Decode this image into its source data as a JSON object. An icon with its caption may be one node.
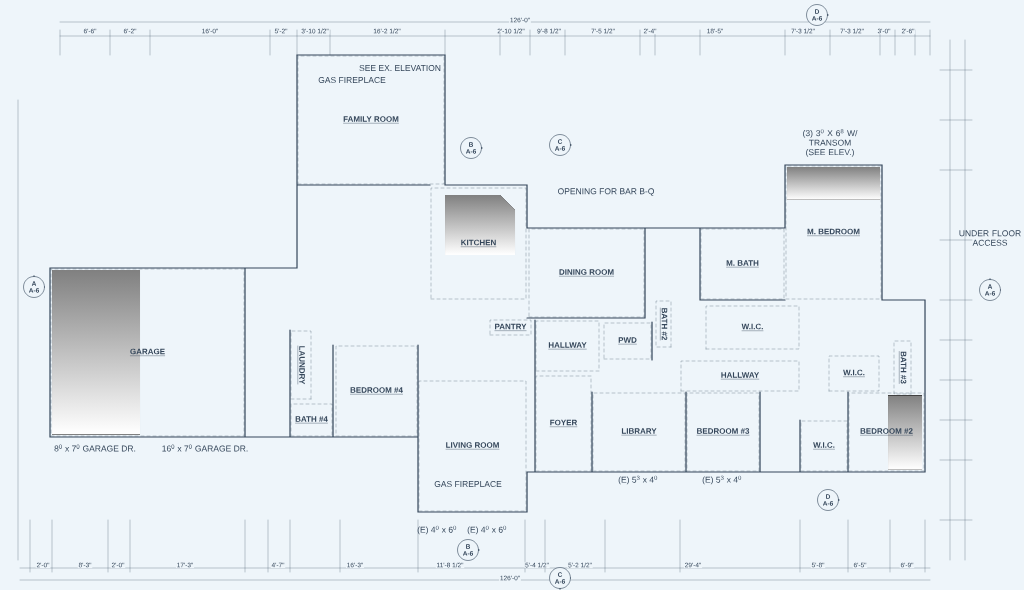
{
  "diagram": {
    "nodes": [
      {
        "text": [
          "FAMILY ROOM"
        ]
      },
      {
        "text": [
          "KITCHEN"
        ]
      },
      {
        "text": [
          "DINING ROOM"
        ]
      },
      {
        "text": [
          "M. BATH"
        ]
      },
      {
        "text": [
          "M. BEDROOM"
        ]
      },
      {
        "text": [
          "GARAGE"
        ]
      },
      {
        "text": [
          "PANTRY"
        ]
      },
      {
        "text": [
          "LAUNDRY"
        ]
      },
      {
        "text": [
          "HALLWAY"
        ]
      },
      {
        "text": [
          "PWD"
        ]
      },
      {
        "text": [
          "BATH #2"
        ]
      },
      {
        "text": [
          "W.I.C."
        ]
      },
      {
        "text": [
          "BATH #3"
        ]
      },
      {
        "text": [
          "W.I.C."
        ]
      },
      {
        "text": [
          "HALLWAY"
        ]
      },
      {
        "text": [
          "BEDROOM #4"
        ]
      },
      {
        "text": [
          "BATH #4"
        ]
      },
      {
        "text": [
          "LIVING ROOM"
        ]
      },
      {
        "text": [
          "FOYER"
        ]
      },
      {
        "text": [
          "LIBRARY"
        ]
      },
      {
        "text": [
          "BEDROOM #3"
        ]
      },
      {
        "text": [
          "W.I.C."
        ]
      },
      {
        "text": [
          "BEDROOM #2"
        ]
      },
      {
        "text": [
          "D",
          "A-6"
        ]
      },
      {
        "text": [
          "B",
          "A-6"
        ]
      },
      {
        "text": [
          "C",
          "A-6"
        ]
      },
      {
        "text": [
          "A",
          "A-6"
        ]
      },
      {
        "text": [
          "A",
          "A-6"
        ]
      },
      {
        "text": [
          "D",
          "A-6"
        ]
      },
      {
        "text": [
          "B",
          "A-6"
        ]
      },
      {
        "text": [
          "C",
          "A-6"
        ]
      }
    ],
    "labels": [
      "126'-0\"",
      "6'-6\"",
      "6'-2\"",
      "16'-0\"",
      "5'-2\"",
      "3'-10 1/2\"",
      "16'-2 1/2\"",
      "2'-10 1/2\"",
      "9'-8 1/2\"",
      "7'-5 1/2\"",
      "2'-4\"",
      "18'-5\"",
      "7'-3 1/2\"",
      "7'-3 1/2\"",
      "3'-0\"",
      "2'-6\"",
      "GAS FIREPLACE",
      "SEE EX. ELEVATION",
      "OPENING FOR BAR B-Q",
      "(3) 3$^{0}$ X 6$^{8}$ W/ TRANSOM (SEE ELEV.)",
      "UNDER FLOOR ACCESS",
      "8$^{0}$ x 7$^{0}$ GARAGE DR.",
      "16$^{0}$ x 7$^{0}$ GARAGE DR.",
      "GAS FIREPLACE",
      "2'-0\"",
      "8'-3\"",
      "2'-0\"",
      "17'-3\"",
      "4'-7\"",
      "16'-3\"",
      "11'-8 1/2\"",
      "5'-4 1/2\"",
      "5'-2 1/2\"",
      "29'-4\"",
      "5'-8\"",
      "6'-5\"",
      "6'-9\"",
      "(E) 5$^{3}$ x 4$^{0}$",
      "(E) 5$^{3}$ x 4$^{0}$",
      "(E) 4$^{0}$ x 6$^{0}$",
      "(E) 4$^{0}$ x 6$^{0}$",
      "126'-0\""
    ]
  }
}
